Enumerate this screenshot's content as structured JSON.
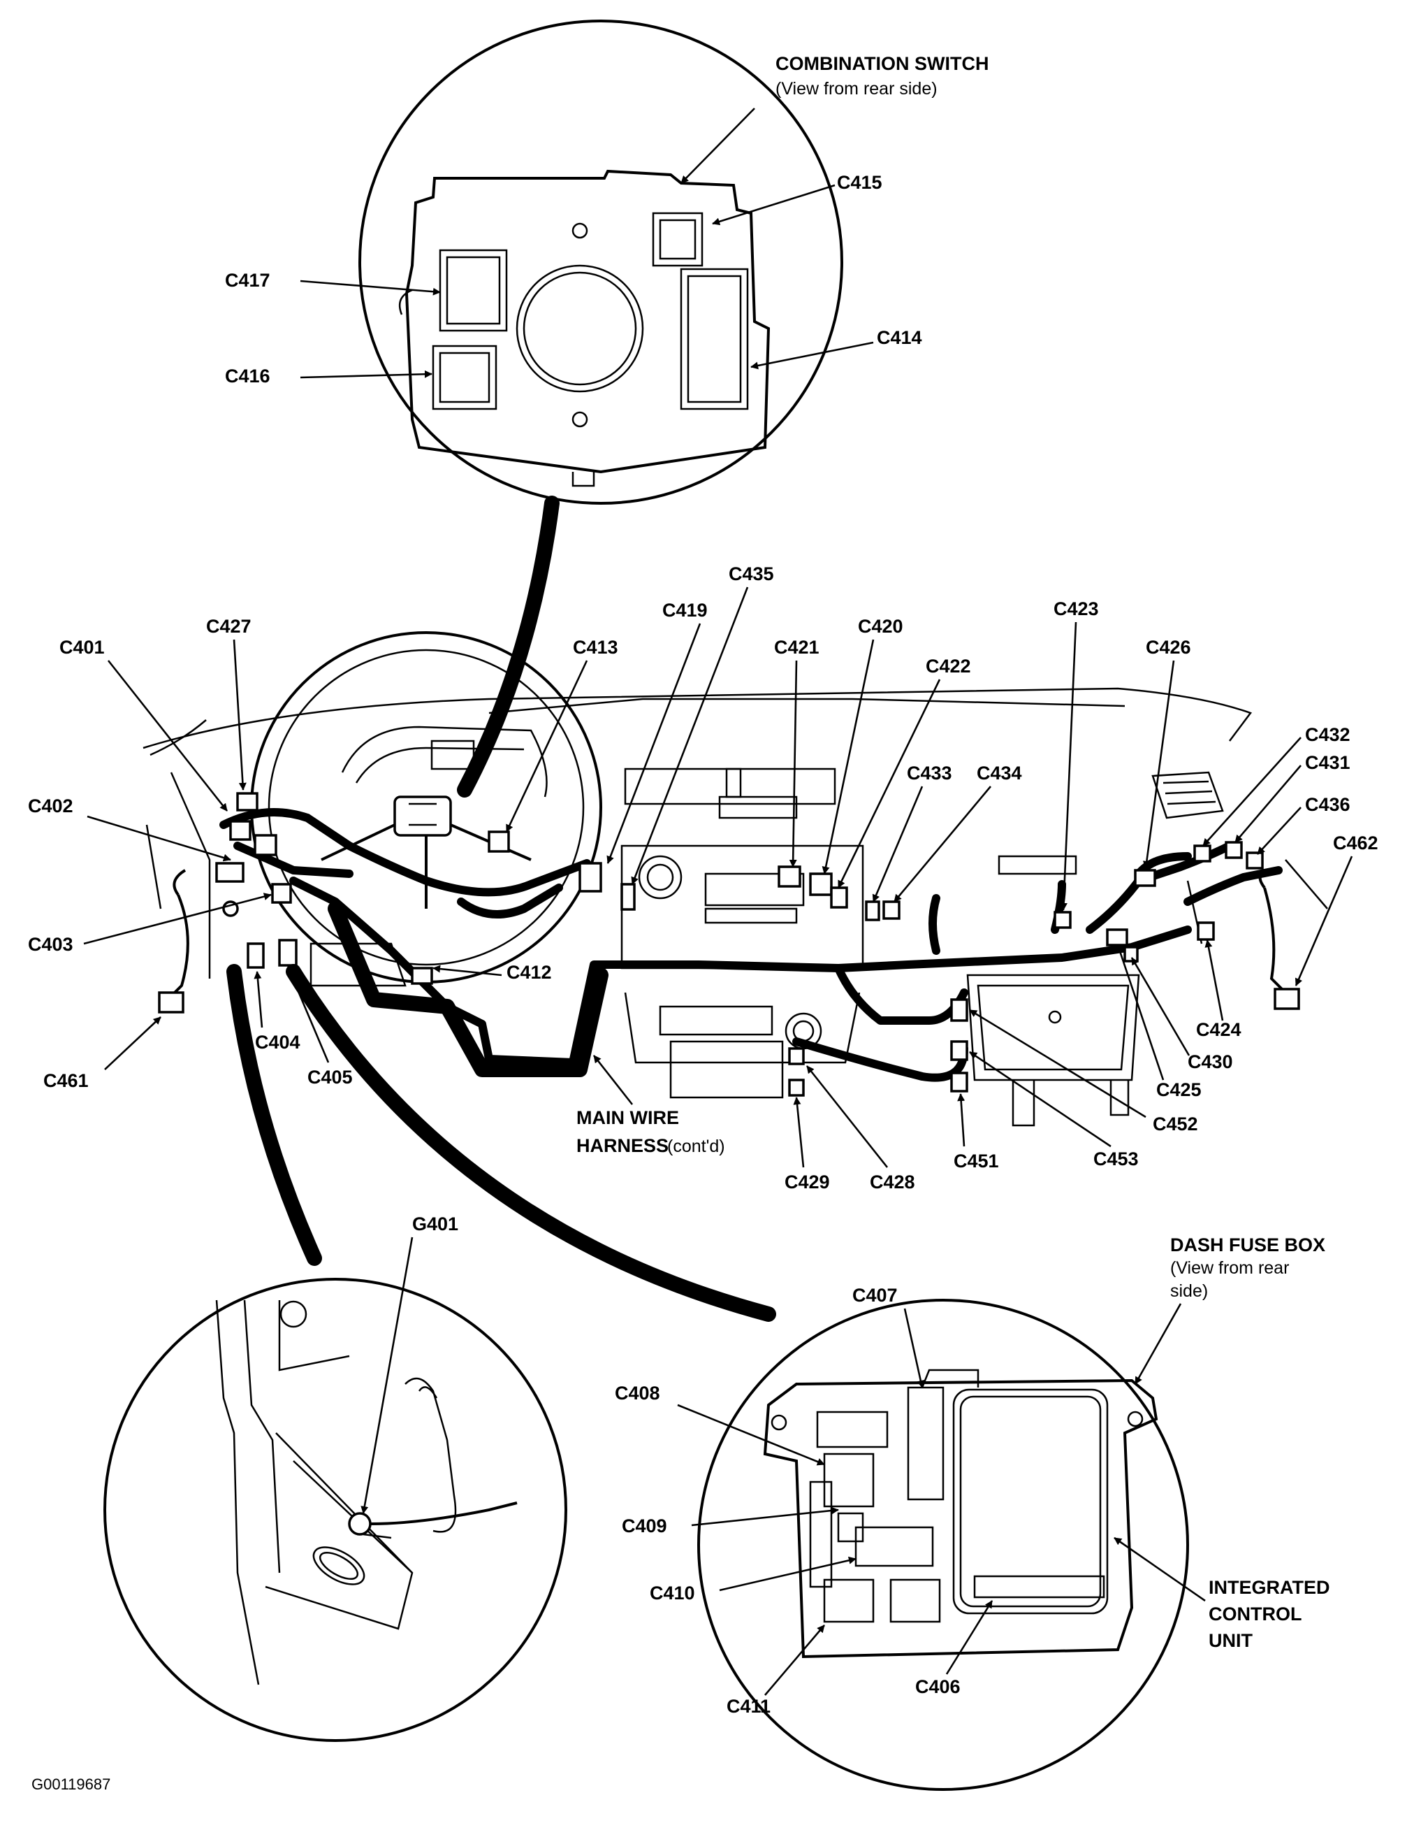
{
  "figure_id": "G00119687",
  "callouts": {
    "combination_switch": {
      "title": "COMBINATION SWITCH",
      "subtitle": "(View from rear side)"
    },
    "dash_fuse_box": {
      "line1": "DASH FUSE BOX",
      "line2": "(View from rear",
      "line3": "side)"
    },
    "main_wire_harness": {
      "line1": "MAIN WIRE",
      "line2": "HARNESS",
      "line2b": "(cont'd)"
    },
    "integrated_control_unit": {
      "line1": "INTEGRATED",
      "line2": "CONTROL",
      "line3": "UNIT"
    }
  },
  "connectors": {
    "c401": "C401",
    "c402": "C402",
    "c403": "C403",
    "c404": "C404",
    "c405": "C405",
    "c406": "C406",
    "c407": "C407",
    "c408": "C408",
    "c409": "C409",
    "c410": "C410",
    "c411": "C411",
    "c412": "C412",
    "c413": "C413",
    "c414": "C414",
    "c415": "C415",
    "c416": "C416",
    "c417": "C417",
    "c419": "C419",
    "c420": "C420",
    "c421": "C421",
    "c422": "C422",
    "c423": "C423",
    "c424": "C424",
    "c425": "C425",
    "c426": "C426",
    "c427": "C427",
    "c428": "C428",
    "c429": "C429",
    "c430": "C430",
    "c431": "C431",
    "c432": "C432",
    "c433": "C433",
    "c434": "C434",
    "c435": "C435",
    "c436": "C436",
    "c451": "C451",
    "c452": "C452",
    "c453": "C453",
    "c461": "C461",
    "c462": "C462"
  },
  "grounds": {
    "g401": "G401"
  }
}
